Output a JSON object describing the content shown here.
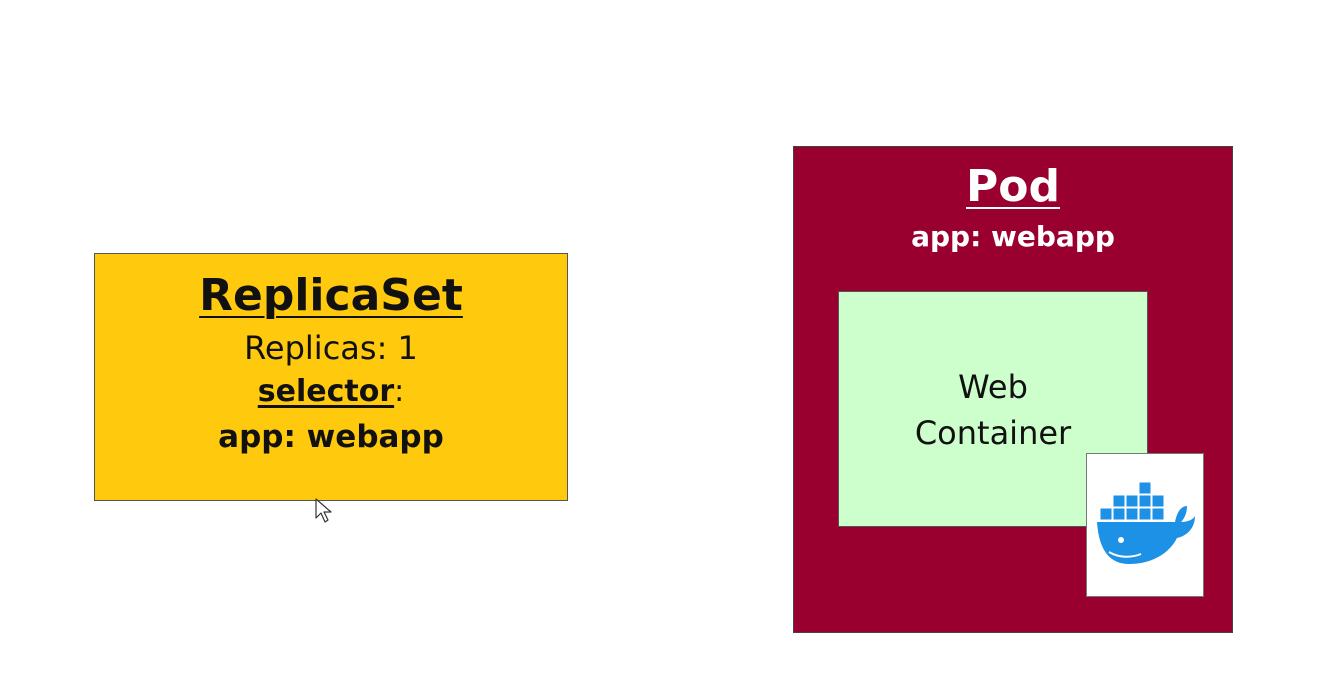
{
  "replicaset": {
    "title": "ReplicaSet",
    "replicas": "Replicas: 1",
    "selector_key": "selector",
    "selector_colon": ":",
    "label": "app: webapp"
  },
  "pod": {
    "title": "Pod",
    "label": "app: webapp",
    "container": {
      "line1": "Web",
      "line2": "Container"
    }
  },
  "icons": {
    "docker": "docker-whale-icon",
    "cursor": "mouse-cursor-icon"
  },
  "colors": {
    "replicaset_fill": "#ffc90e",
    "pod_fill": "#990030",
    "container_fill": "#ccffcc",
    "docker_blue": "#1d91e6"
  }
}
